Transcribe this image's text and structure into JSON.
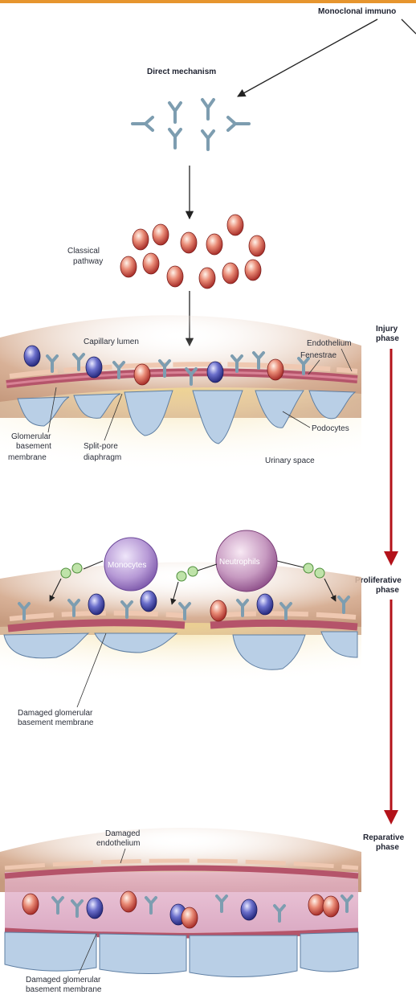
{
  "header": {
    "title": "Monoclonal immuno"
  },
  "labels": {
    "direct_mechanism": "Direct mechanism",
    "classical_pathway": [
      "Classical",
      "pathway"
    ],
    "capillary_lumen": "Capillary lumen",
    "endothelium": "Endothelium",
    "fenestrae": "Fenestrae",
    "glomerular_basement_membrane": [
      "Glomerular",
      "basement",
      "membrane"
    ],
    "split_pore_diaphragm": [
      "Split-pore",
      "diaphragm"
    ],
    "podocytes": "Podocytes",
    "urinary_space": "Urinary space",
    "monocytes": "Monocytes",
    "neutrophils": "Neutrophils",
    "damaged_gbm_1": [
      "Damaged glomerular",
      "basement membrane"
    ],
    "damaged_endothelium": [
      "Damaged",
      "endothelium"
    ],
    "damaged_gbm_2": [
      "Damaged glomerular",
      "basement membrane"
    ]
  },
  "phases": {
    "injury": [
      "Injury",
      "phase"
    ],
    "proliferative": [
      "Proliferative",
      "phase"
    ],
    "reparative": [
      "Reparative",
      "phase"
    ]
  },
  "colors": {
    "header_bar": "#e6952e",
    "arrow_dark": "#222222",
    "phase_arrow": "#b3121a",
    "antibody": "#7d9db0",
    "complement": "#c9473b",
    "complement_light": "#f6d8c6",
    "immune_complex": "#3c3f9a",
    "membrane": "#b5546a",
    "endothelium": "#efc8b1",
    "podocyte": "#b9cfe6",
    "lumen": "#d7ae92",
    "urinary_space": "#f3e2a6",
    "monocyte": "#9c7ac0",
    "neutrophil": "#a86aa6",
    "cytokine": "#7fbf6a"
  }
}
